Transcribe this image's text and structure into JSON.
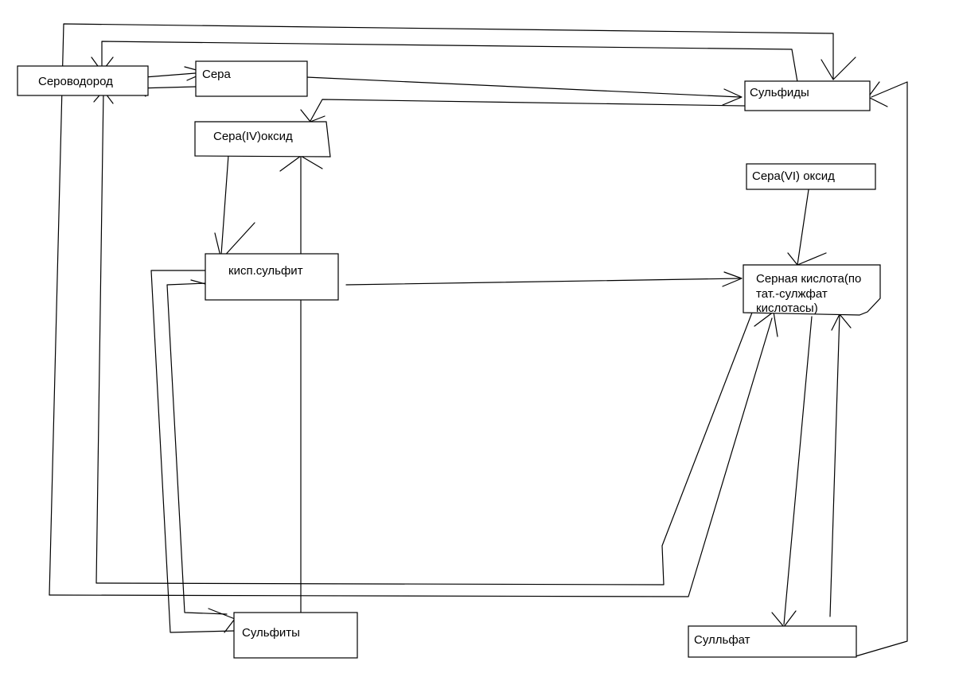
{
  "diagram": {
    "nodes": {
      "hydrogen_sulfide": "Сероводород",
      "sulfur": "Сера",
      "sulfides": "Сульфиды",
      "sulfur_iv_oxide": "Сера(IV)оксид",
      "sulfur_vi_oxide": "Сера(VI) оксид",
      "acid_sulfite": "кисп.сульфит",
      "sulfuric_acid_line1": "Серная кислота(по",
      "sulfuric_acid_line2": "тат.-сулжфат",
      "sulfuric_acid_line3": "кислотасы)",
      "sulfites": "Сульфиты",
      "sulfate": "Сулльфат"
    }
  }
}
